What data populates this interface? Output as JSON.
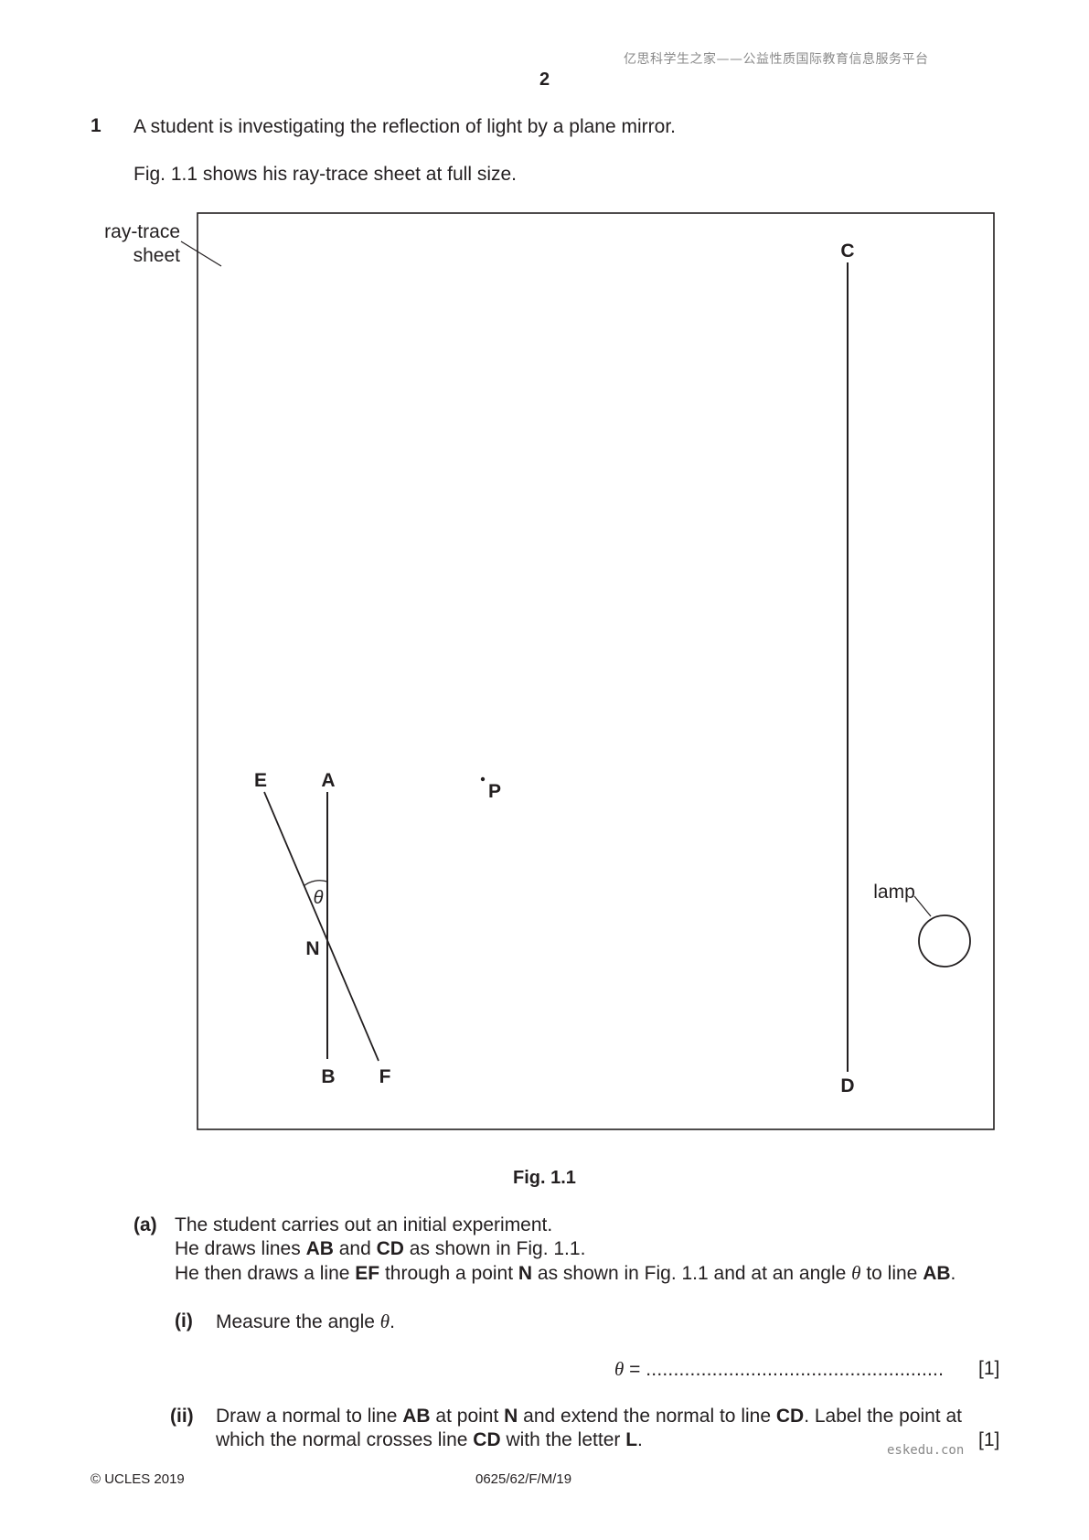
{
  "watermark": "亿思科学生之家——公益性质国际教育信息服务平台",
  "page_number": "2",
  "question": {
    "number": "1",
    "intro": "A student is investigating the reflection of light by a plane mirror.",
    "fig_intro": "Fig. 1.1 shows his ray-trace sheet at full size."
  },
  "figure": {
    "sheet_label_1": "ray-trace",
    "sheet_label_2": "sheet",
    "labels": {
      "C": "C",
      "D": "D",
      "E": "E",
      "A": "A",
      "P": "P",
      "N": "N",
      "B": "B",
      "F": "F",
      "theta": "θ",
      "lamp": "lamp"
    },
    "caption": "Fig. 1.1"
  },
  "part_a": {
    "label": "(a)",
    "line1": "The student carries out an initial experiment.",
    "line2": {
      "t1": "He draws lines ",
      "b1": "AB",
      "t2": " and ",
      "b2": "CD",
      "t3": " as shown in Fig. 1.1."
    },
    "line3": {
      "t1": "He then draws a line ",
      "b1": "EF",
      "t2": " through a point ",
      "b2": "N",
      "t3": " as shown in Fig. 1.1 and at an angle ",
      "theta": "θ",
      "t4": " to line ",
      "b3": "AB",
      "t5": "."
    }
  },
  "part_i": {
    "label": "(i)",
    "text": "Measure the angle ",
    "theta": "θ",
    "end": ".",
    "answer_prefix": " = ",
    "answer_dots": "......................................................",
    "marks": "[1]"
  },
  "part_ii": {
    "label": "(ii)",
    "line1": {
      "t1": "Draw a normal to line ",
      "b1": "AB",
      "t2": " at point ",
      "b2": "N",
      "t3": " and extend the normal to line ",
      "b3": "CD",
      "t4": ". Label the point at"
    },
    "line2": {
      "t1": "which the normal crosses line ",
      "b1": "CD",
      "t2": " with the letter ",
      "b2": "L",
      "t3": "."
    },
    "marks": "[1]"
  },
  "footer": {
    "copyright": "© UCLES 2019",
    "code": "0625/62/F/M/19",
    "site": "eskedu.con"
  }
}
